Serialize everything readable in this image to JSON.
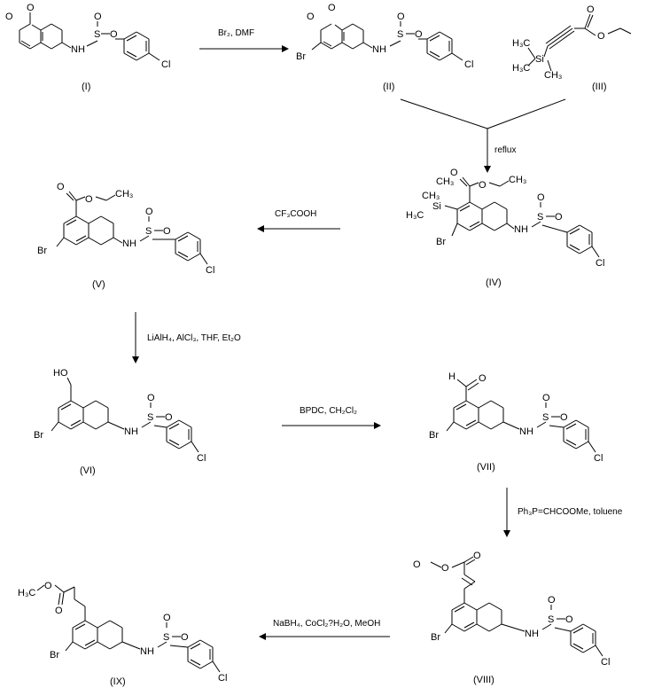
{
  "compounds": {
    "c1": "(I)",
    "c2": "(II)",
    "c3": "(III)",
    "c4": "(IV)",
    "c5": "(V)",
    "c6": "(VI)",
    "c7": "(VII)",
    "c8": "(VIII)",
    "c9": "(IX)"
  },
  "reagents": {
    "step1": "Br₂, DMF",
    "step2": "reflux",
    "step3": "CF₃COOH",
    "step4": "LiAlH₄, AlCl₃, THF, Et₂O",
    "step5": "BPDC, CH₂Cl₂",
    "step6": "Ph₃P=CHCOOMe, toluene",
    "step7": "NaBH₄, CoCl₂?H₂O, MeOH"
  },
  "atoms": {
    "O": "O",
    "S": "S",
    "N": "N",
    "NH": "NH",
    "Cl": "Cl",
    "Br": "Br",
    "Si": "Si",
    "HO": "HO",
    "H": "H",
    "CH3": "CH₃",
    "H3C": "H₃C"
  }
}
